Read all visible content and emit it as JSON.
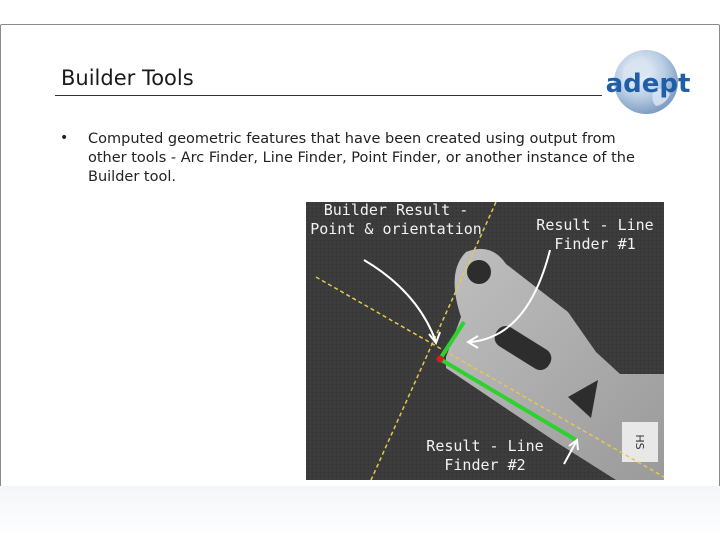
{
  "slide": {
    "title": "Builder Tools",
    "bullet_marker": "•",
    "bullet_text": "Computed geometric features that have been created using output from other tools - Arc Finder, Line Finder, Point Finder, or another instance of the Builder tool."
  },
  "logo": {
    "text": "adept",
    "icon": "globe-icon"
  },
  "figure": {
    "label_builder_line1": "Builder Result -",
    "label_builder_line2": "Point & orientation",
    "label_line1_line1": "Result - Line",
    "label_line1_line2": "Finder #1",
    "label_line2_line1": "Result - Line",
    "label_line2_line2": "Finder #2",
    "part_stamp": "HS"
  },
  "colors": {
    "logo_blue": "#1f5fa8",
    "guide_yellow": "#e6c84a",
    "line_green": "#2fd12f",
    "point_red": "#d02020",
    "photo_bg": "#3a3a3a"
  }
}
